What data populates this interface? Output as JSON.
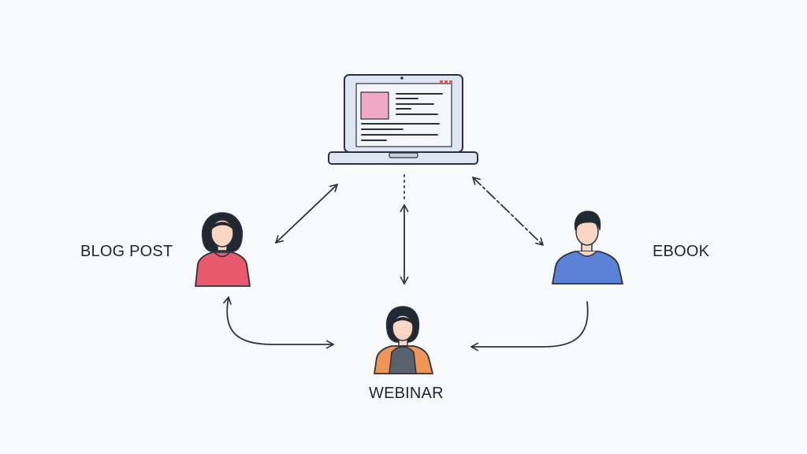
{
  "labels": {
    "blog_post": "BLOG POST",
    "ebook": "EBOOK",
    "webinar": "WEBINAR"
  },
  "colors": {
    "background": "#f9fafb",
    "stroke": "#2b3340",
    "laptop_frame": "#dfe5f2",
    "laptop_screen": "#f5f6fa",
    "thumbnail": "#f0a8c6",
    "window_buttons": "#e05a57",
    "skin": "#f8d6c3",
    "hair": "#222831",
    "blog_person_shirt": "#e8596e",
    "ebook_person_shirt": "#5b82d6",
    "webinar_person_jacket": "#ef9557",
    "webinar_person_shirt": "#59616f"
  },
  "icons": {
    "laptop": "laptop-icon",
    "blog_person": "person-female-icon",
    "ebook_person": "person-male-icon",
    "webinar_person": "person-female-icon"
  }
}
